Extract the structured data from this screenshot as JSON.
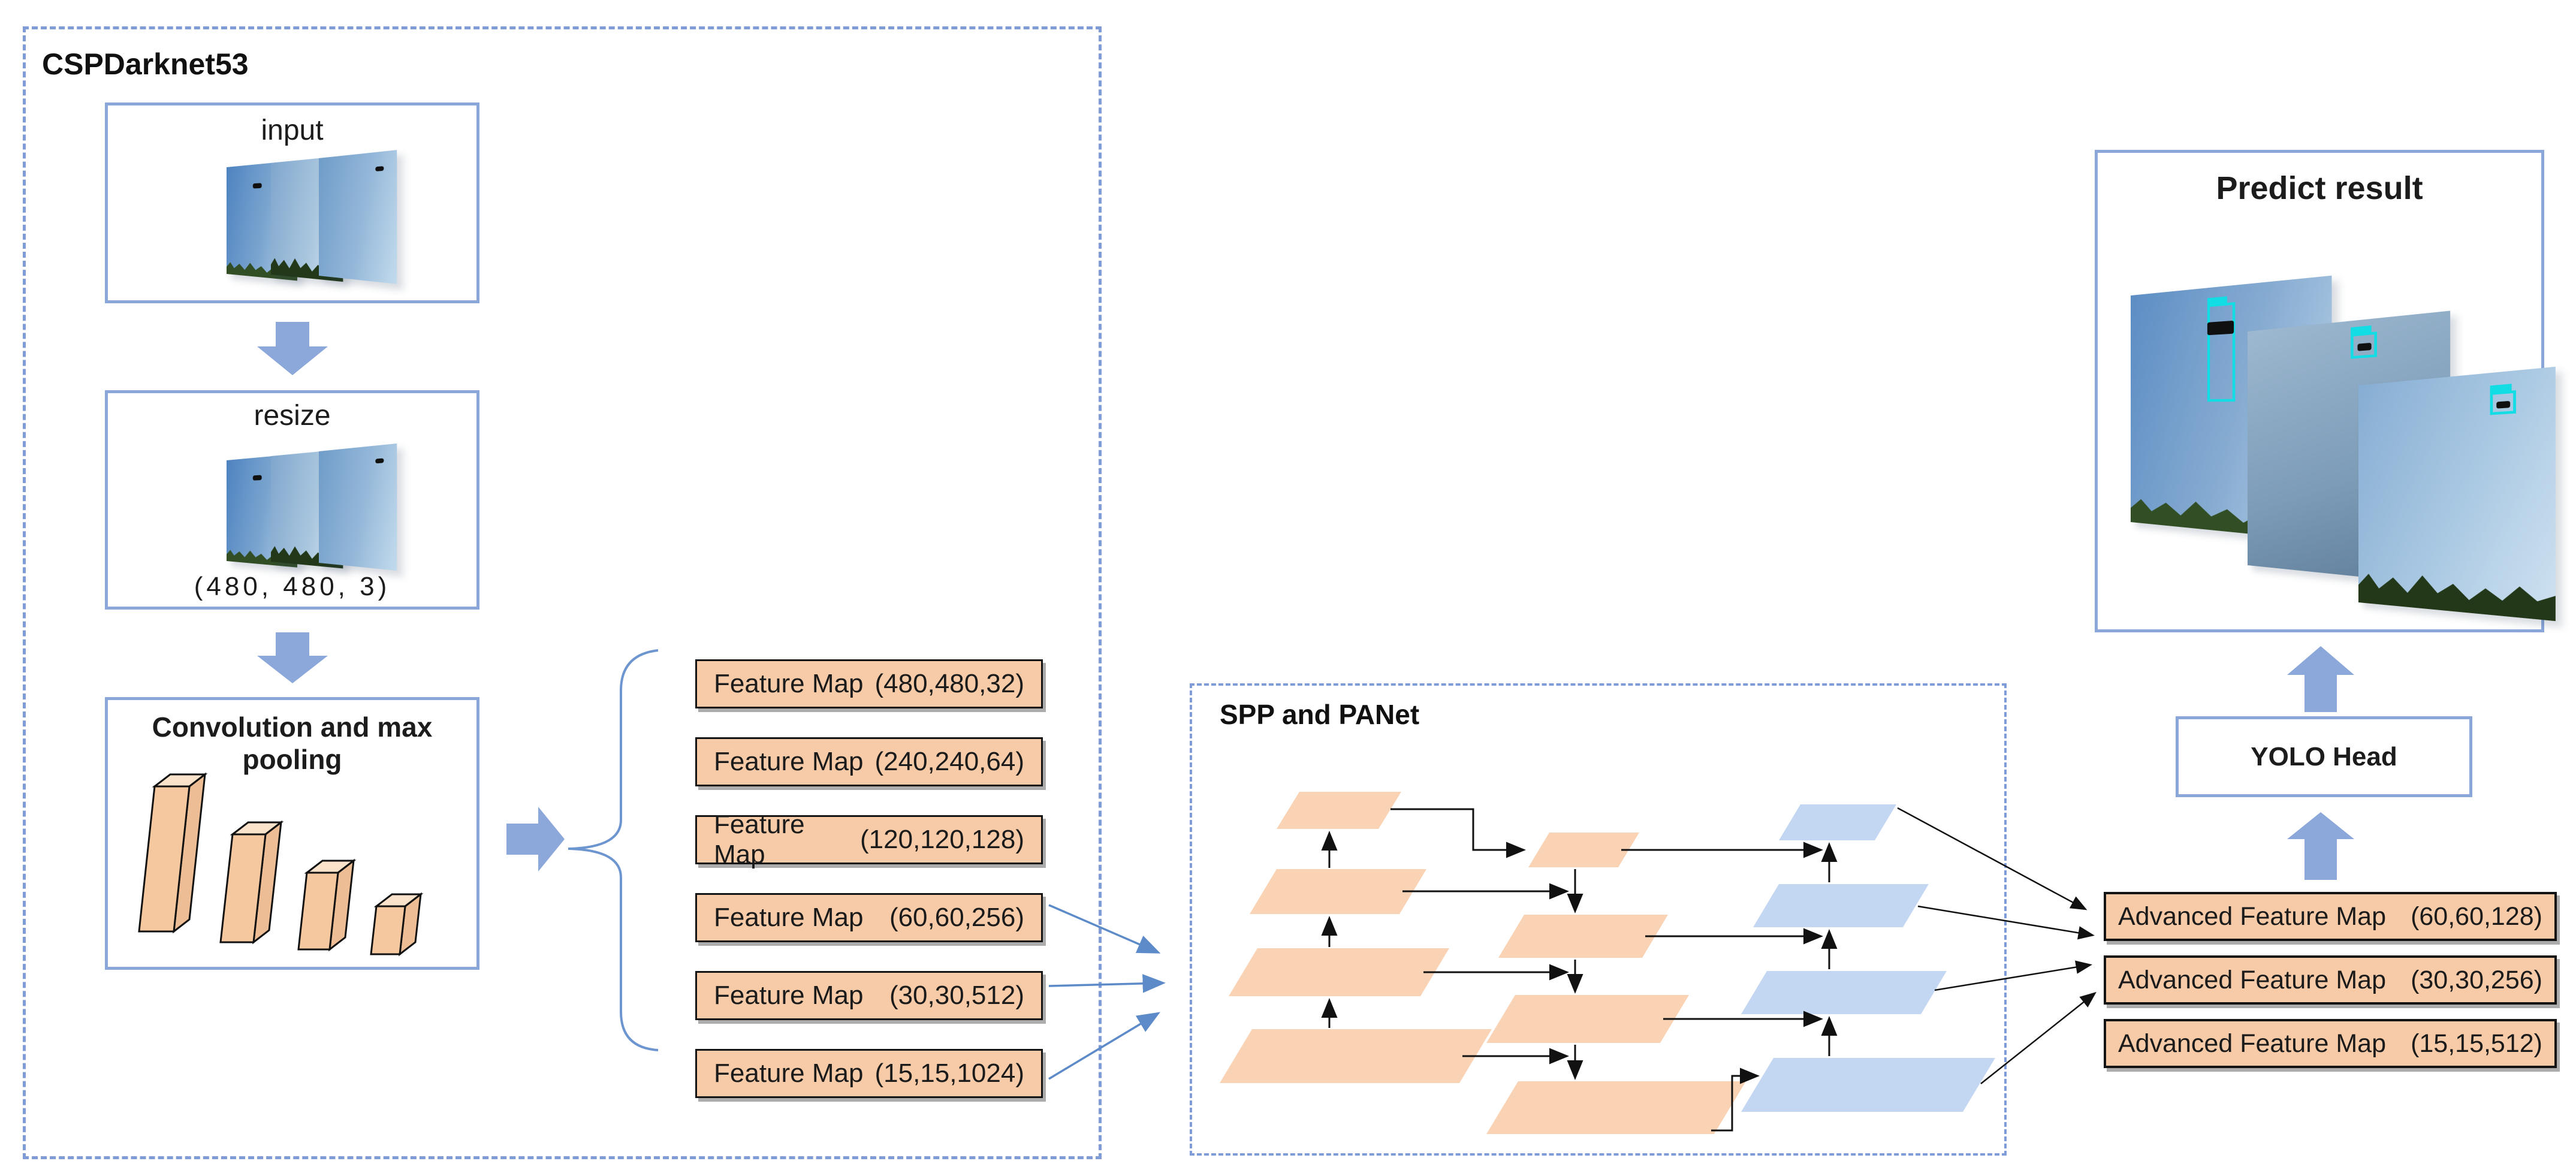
{
  "backbone": {
    "title": "CSPDarknet53"
  },
  "input_box": {
    "title": "input"
  },
  "resize_box": {
    "title": "resize",
    "shape": "(480, 480, 3)"
  },
  "conv_box": {
    "title": "Convolution and max pooling"
  },
  "feature_maps": [
    {
      "label": "Feature Map",
      "dims": "(480,480,32)"
    },
    {
      "label": "Feature Map",
      "dims": "(240,240,64)"
    },
    {
      "label": "Feature Map",
      "dims": "(120,120,128)"
    },
    {
      "label": "Feature Map",
      "dims": "(60,60,256)"
    },
    {
      "label": "Feature Map",
      "dims": "(30,30,512)"
    },
    {
      "label": "Feature Map",
      "dims": "(15,15,1024)"
    }
  ],
  "neck": {
    "title": "SPP and PANet"
  },
  "advanced_feature_maps": [
    {
      "label": "Advanced Feature Map",
      "dims": "(60,60,128)"
    },
    {
      "label": "Advanced Feature Map",
      "dims": "(30,30,256)"
    },
    {
      "label": "Advanced Feature Map",
      "dims": "(15,15,512)"
    }
  ],
  "head_box": {
    "title": "YOLO Head"
  },
  "predict_box": {
    "title": "Predict result"
  },
  "colors": {
    "border_blue": "#8ba7da",
    "dashed_blue": "#7f9cd7",
    "arrow_blue": "#5d8bc9",
    "block_arrow": "#8ca7da",
    "box_orange": "#f7cba7",
    "node_orange": "#fad2b4",
    "node_blue": "#c4d7f2",
    "detection_cyan": "#12dce4"
  }
}
